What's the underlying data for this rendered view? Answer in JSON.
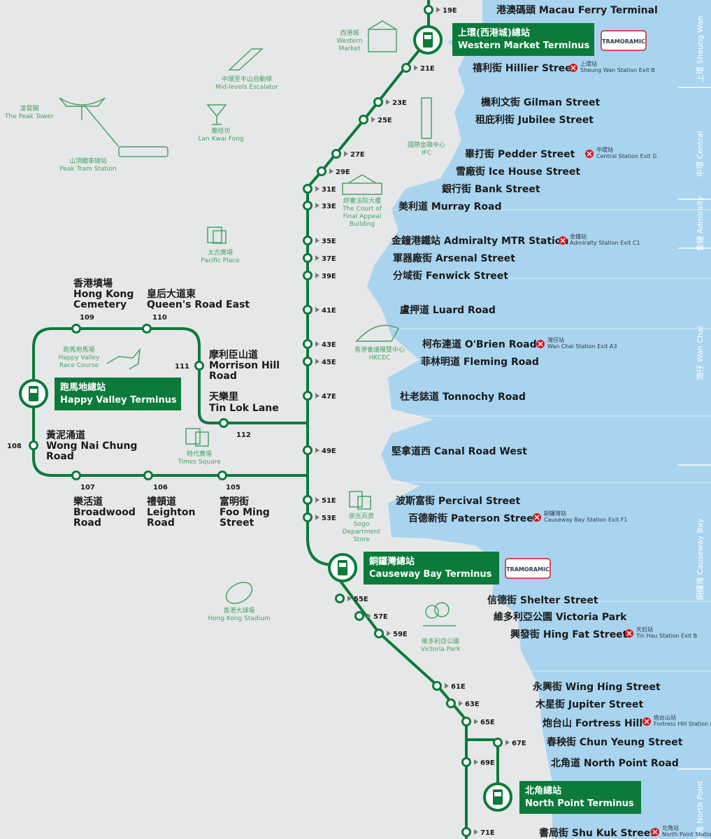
{
  "colors": {
    "route": "#0b7a3b",
    "sea": "#a9d4ef",
    "land": "#e6e7e8",
    "landmark": "#45a36a",
    "mtr": "#d71920"
  },
  "terminus": {
    "western_market": {
      "zh": "上環(西港城)總站",
      "en": "Western Market Terminus"
    },
    "causeway_bay": {
      "zh": "銅鑼灣總站",
      "en": "Causeway Bay Terminus"
    },
    "north_point": {
      "zh": "北角總站",
      "en": "North Point Terminus"
    },
    "happy_valley": {
      "zh": "跑馬地總站",
      "en": "Happy Valley Terminus"
    }
  },
  "tramoramic_label": "TRAMORAMIC",
  "main_stops": [
    {
      "code": "19E",
      "name": "港澳碼頭 Macau Ferry Terminal"
    },
    {
      "code": "21E",
      "name": "禧利街 Hillier Street",
      "mtr_zh": "上環站",
      "mtr_en": "Sheung Wan Station Exit B"
    },
    {
      "code": "23E",
      "name": "機利文街 Gilman Street"
    },
    {
      "code": "25E",
      "name": "租庇利街 Jubilee Street"
    },
    {
      "code": "27E",
      "name": "畢打街 Pedder Street",
      "mtr_zh": "中環站",
      "mtr_en": "Central Station Exit G"
    },
    {
      "code": "29E",
      "name": "雪廠街 Ice House Street"
    },
    {
      "code": "31E",
      "name": "銀行街 Bank Street"
    },
    {
      "code": "33E",
      "name": "美利道 Murray Road"
    },
    {
      "code": "35E",
      "name": "金鐘港鐵站 Admiralty MTR Station",
      "mtr_zh": "金鐘站",
      "mtr_en": "Admiralty Station Exit C1"
    },
    {
      "code": "37E",
      "name": "軍器廠街 Arsenal Street"
    },
    {
      "code": "39E",
      "name": "分域街 Fenwick Street"
    },
    {
      "code": "41E",
      "name": "盧押道 Luard Road"
    },
    {
      "code": "43E",
      "name": "柯布連道 O'Brien Road",
      "mtr_zh": "灣仔站",
      "mtr_en": "Wan Chai Station Exit A3"
    },
    {
      "code": "45E",
      "name": "菲林明道 Fleming Road"
    },
    {
      "code": "47E",
      "name": "杜老誌道 Tonnochy Road"
    },
    {
      "code": "49E",
      "name": "堅拿道西 Canal Road West"
    },
    {
      "code": "51E",
      "name": "波斯富街 Percival Street"
    },
    {
      "code": "53E",
      "name": "百德新街 Paterson Street",
      "mtr_zh": "銅鑼灣站",
      "mtr_en": "Causeway Bay Station Exit F1"
    },
    {
      "code": "55E",
      "name": "信德街 Shelter Street"
    },
    {
      "code": "57E",
      "name": "維多利亞公園 Victoria Park"
    },
    {
      "code": "59E",
      "name": "興發街 Hing Fat Street",
      "mtr_zh": "天后站",
      "mtr_en": "Tin Hau Station Exit B"
    },
    {
      "code": "61E",
      "name": "永興街 Wing Hing Street"
    },
    {
      "code": "63E",
      "name": "木星街 Jupiter Street"
    },
    {
      "code": "65E",
      "name": "炮台山 Fortress Hill",
      "mtr_zh": "炮台山站",
      "mtr_en": "Fortress Hill Station Exit B"
    },
    {
      "code": "67E",
      "name": "春秧街 Chun Yeung Street"
    },
    {
      "code": "69E",
      "name": "北角道 North Point Road"
    },
    {
      "code": "71E",
      "name": "書局街 Shu Kuk Street",
      "mtr_zh": "北角站",
      "mtr_en": "North Point Station"
    }
  ],
  "hv_stops": {
    "s109": {
      "code": "109",
      "zh": "香港墳場",
      "en1": "Hong Kong",
      "en2": "Cemetery"
    },
    "s110": {
      "code": "110",
      "zh": "皇后大道東",
      "en1": "Queen's Road East"
    },
    "s111": {
      "code": "111",
      "zh": "摩利臣山道",
      "en1": "Morrison Hill",
      "en2": "Road"
    },
    "s112": {
      "code": "112",
      "zh": "天樂里",
      "en1": "Tin Lok Lane"
    },
    "s108": {
      "code": "108",
      "zh": "黃泥涌道",
      "en1": "Wong Nai Chung",
      "en2": "Road"
    },
    "s107": {
      "code": "107",
      "zh": "樂活道",
      "en1": "Broadwood",
      "en2": "Road"
    },
    "s106": {
      "code": "106",
      "zh": "禮頓道",
      "en1": "Leighton",
      "en2": "Road"
    },
    "s105": {
      "code": "105",
      "zh": "富明街",
      "en1": "Foo Ming",
      "en2": "Street"
    }
  },
  "landmarks": {
    "western_market": {
      "zh": "西港城",
      "en1": "Western",
      "en2": "Market"
    },
    "escalator": {
      "zh": "中環至半山自動梯",
      "en1": "Mid-levels Escalator"
    },
    "peak_tower": {
      "zh": "凌霄閣",
      "en1": "The Peak Tower"
    },
    "lan_kwai_fong": {
      "zh": "蘭桂坊",
      "en1": "Lan Kwai Fong"
    },
    "peak_tram": {
      "zh": "山頂纜車總站",
      "en1": "Peak Tram Station"
    },
    "ifc": {
      "zh": "國際金融中心",
      "en1": "IFC"
    },
    "court": {
      "zh": "終審法院大樓",
      "en1": "The Court of",
      "en2": "Final Appeal",
      "en3": "Building"
    },
    "pacific_place": {
      "zh": "太古廣場",
      "en1": "Pacific Place"
    },
    "race_course": {
      "zh": "跑馬地馬場",
      "en1": "Happy Valley",
      "en2": "Race Course"
    },
    "hkcec": {
      "zh": "香港會議展覽中心",
      "en1": "HKCEC"
    },
    "times_square": {
      "zh": "時代廣場",
      "en1": "Times Square"
    },
    "sogo": {
      "zh": "崇光百貨",
      "en1": "Sogo",
      "en2": "Department",
      "en3": "Store"
    },
    "stadium": {
      "zh": "香港大球場",
      "en1": "Hong Kong Stadium"
    },
    "victoria_park": {
      "zh": "維多利亞公園",
      "en1": "Victoria Park"
    }
  },
  "districts": [
    {
      "zh": "上環",
      "en": "Sheung Wan"
    },
    {
      "zh": "中環",
      "en": "Central"
    },
    {
      "zh": "金鐘",
      "en": "Admiralty"
    },
    {
      "zh": "灣仔",
      "en": "Wan Chai"
    },
    {
      "zh": "銅鑼灣",
      "en": "Causeway Bay"
    },
    {
      "zh": "北角",
      "en": "North Point"
    }
  ]
}
